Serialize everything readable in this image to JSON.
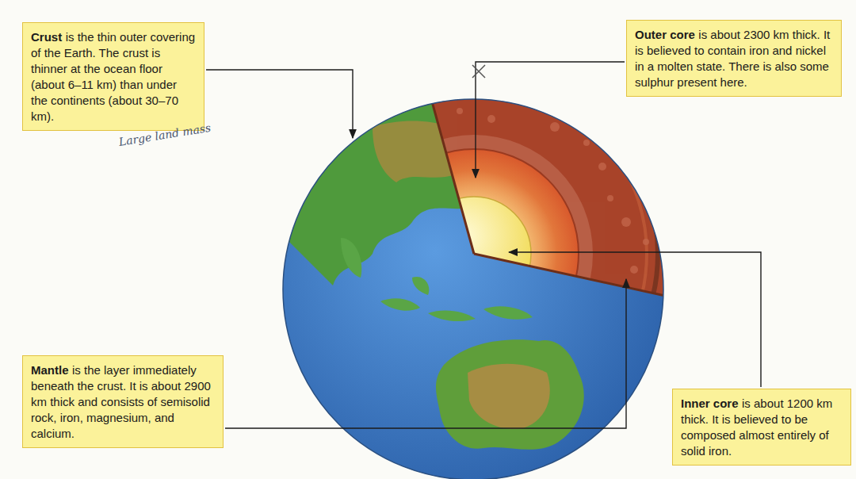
{
  "diagram": {
    "nodes": [
      {
        "text": [
          "Crust",
          "is the thin outer covering of the Earth. The crust is thinner at the ocean floor (about 6–11 km) than under the continents (about 30–70 km)."
        ]
      },
      {
        "text": [
          "Outer core",
          "is about 2300 km thick. It is believed to contain iron and nickel in a molten state. There is also some sulphur present here."
        ]
      },
      {
        "text": [
          "Mantle",
          "is the layer immediately beneath the crust. It is about 2900 km thick and consists of semisolid rock, iron, magnesium, and calcium."
        ]
      },
      {
        "text": [
          "Inner core",
          "is about 1200 km thick. It is believed to be composed almost entirely of solid iron."
        ]
      }
    ],
    "labels": [
      "Large land mass"
    ]
  }
}
